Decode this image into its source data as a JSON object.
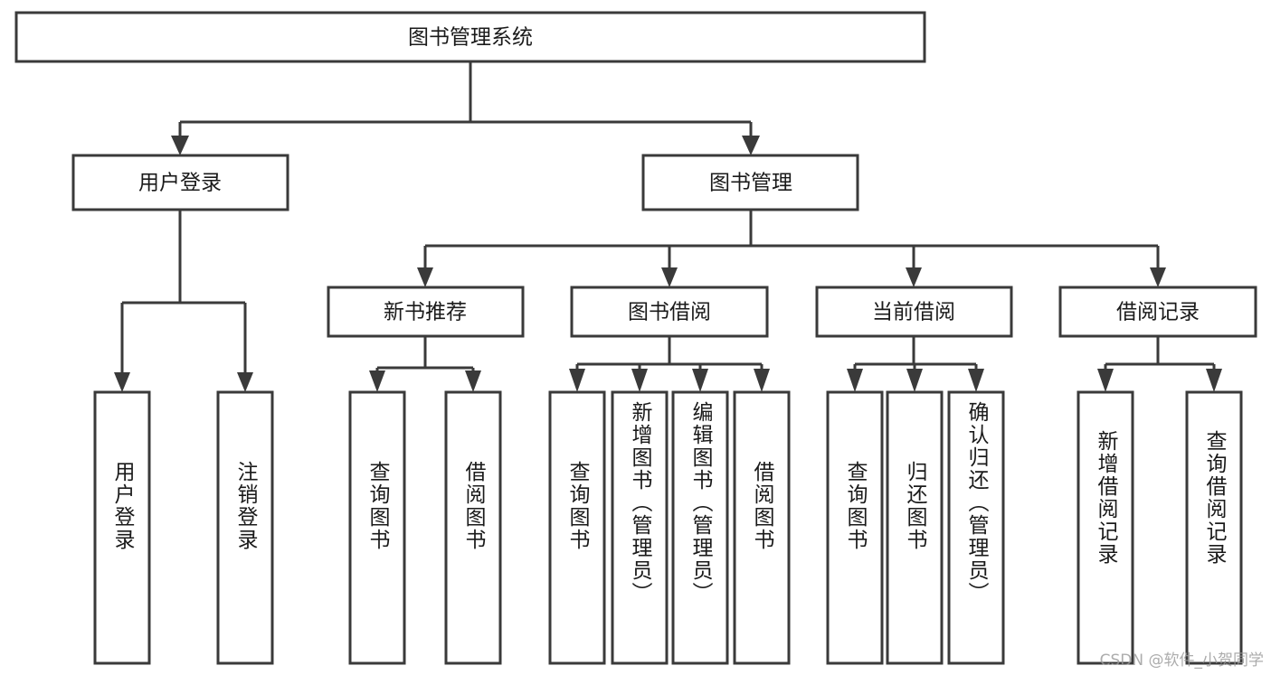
{
  "diagram": {
    "type": "tree",
    "title": "图书管理系统",
    "watermark": "CSDN @软件_小贺同学",
    "colors": {
      "stroke": "#3a3a3a",
      "box_fill": "#ffffff",
      "text": "#1a1a1a",
      "background": "#ffffff",
      "watermark": "#9a9a9a"
    },
    "levels": {
      "root": {
        "label": "图书管理系统"
      },
      "level2": [
        {
          "label": "用户登录"
        },
        {
          "label": "图书管理"
        }
      ],
      "level3": [
        {
          "label": "新书推荐"
        },
        {
          "label": "图书借阅"
        },
        {
          "label": "当前借阅"
        },
        {
          "label": "借阅记录"
        }
      ],
      "leaves_user_login": [
        {
          "label": "用户登录"
        },
        {
          "label": "注销登录"
        }
      ],
      "leaves_new_books": [
        {
          "label": "查询图书"
        },
        {
          "label": "借阅图书"
        }
      ],
      "leaves_borrow": [
        {
          "label": "查询图书"
        },
        {
          "label": "新增图书（管理员）"
        },
        {
          "label": "编辑图书（管理员）"
        },
        {
          "label": "借阅图书"
        }
      ],
      "leaves_current": [
        {
          "label": "查询图书"
        },
        {
          "label": "归还图书"
        },
        {
          "label": "确认归还（管理员）"
        }
      ],
      "leaves_records": [
        {
          "label": "新增借阅记录"
        },
        {
          "label": "查询借阅记录"
        }
      ]
    }
  }
}
